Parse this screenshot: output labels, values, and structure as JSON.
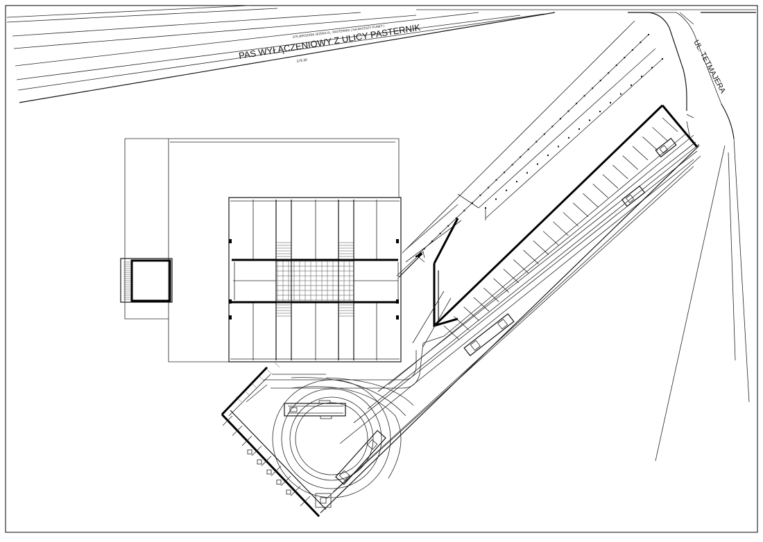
{
  "drawing": {
    "road_label": "PAS WYŁĄCZENIOWY Z ULICY PASTERNIK",
    "road_note": "275.30POZIOM JEZDNI UL. PASTERNIK ( NAJWYŻSZY PUNKT )",
    "road_level": "275.30",
    "street_label": "UL. TETMAJERA"
  }
}
